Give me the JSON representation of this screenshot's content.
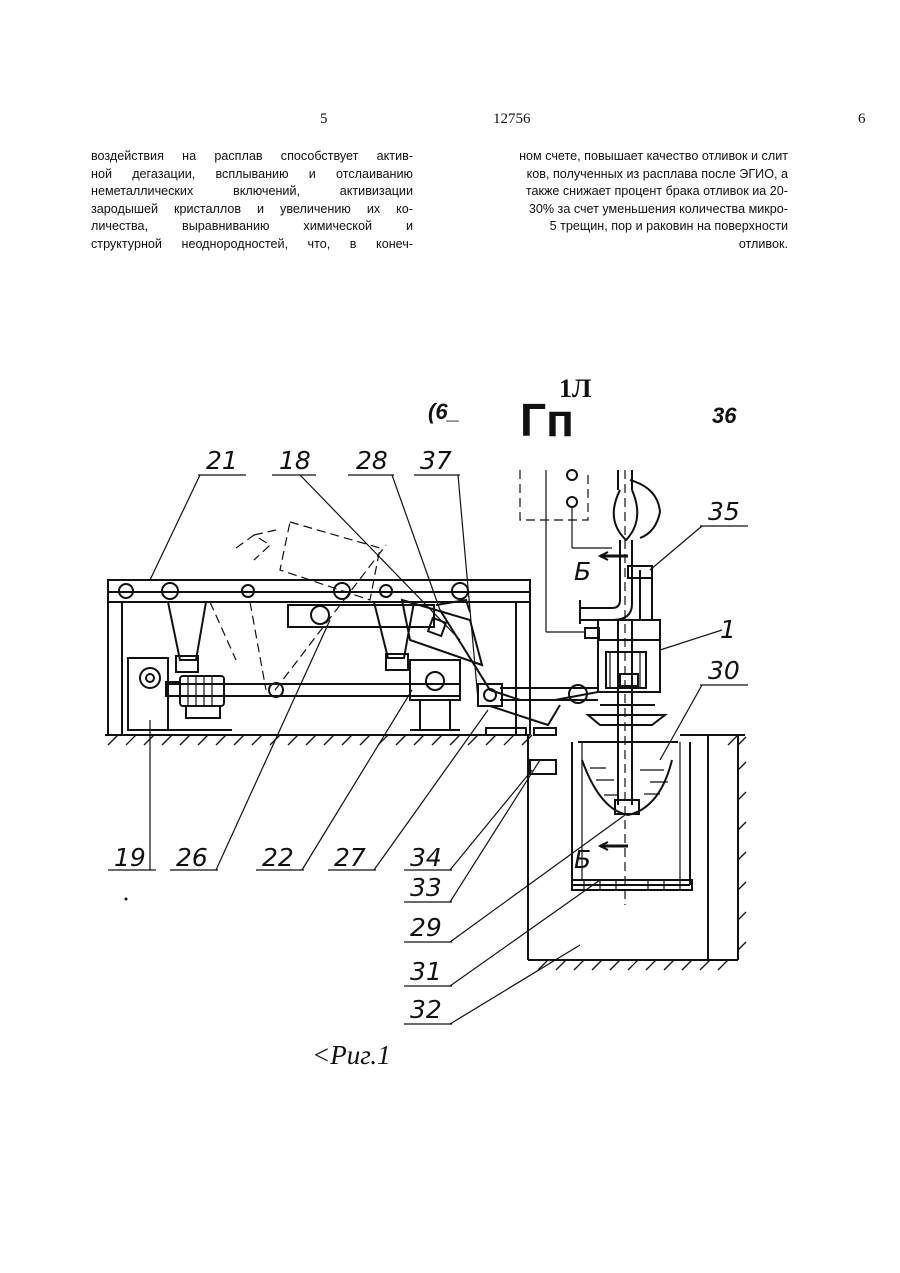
{
  "header": {
    "page_left": "5",
    "doc_number": "12756",
    "page_right": "6"
  },
  "text": {
    "left_column": [
      "воздействия на расплав способствует актив-",
      "ной дегазации, всплыванию и отслаиванию",
      "неметаллических включений, активизации",
      "зародышей кристаллов и увеличению их ко-",
      "личества, выравниванию химической и",
      "структурной неоднородностей, что, в конеч-"
    ],
    "right_column": [
      "ном счете, повышает качество отливок и слит",
      "ков, полученных из расплава после ЭГИО, а",
      "также снижает процент брака отливок иа 20-",
      "30% за счет уменьшения количества микро-",
      "5 трещин, пор и раковин на поверхности",
      "отливок."
    ]
  },
  "figure": {
    "stamp_top": "1Л",
    "stamp_main": "Гп",
    "stamp_small": "(6_",
    "labels_top": [
      "21",
      "18",
      "28",
      "37"
    ],
    "label_35": "35",
    "label_36": "36",
    "label_1": "1",
    "label_30": "30",
    "labels_bottom": [
      "19",
      "26",
      "22",
      "27",
      "34"
    ],
    "labels_column": [
      "33",
      "29",
      "31",
      "32"
    ],
    "section_mark": "Б",
    "caption": "<Риг.1"
  }
}
